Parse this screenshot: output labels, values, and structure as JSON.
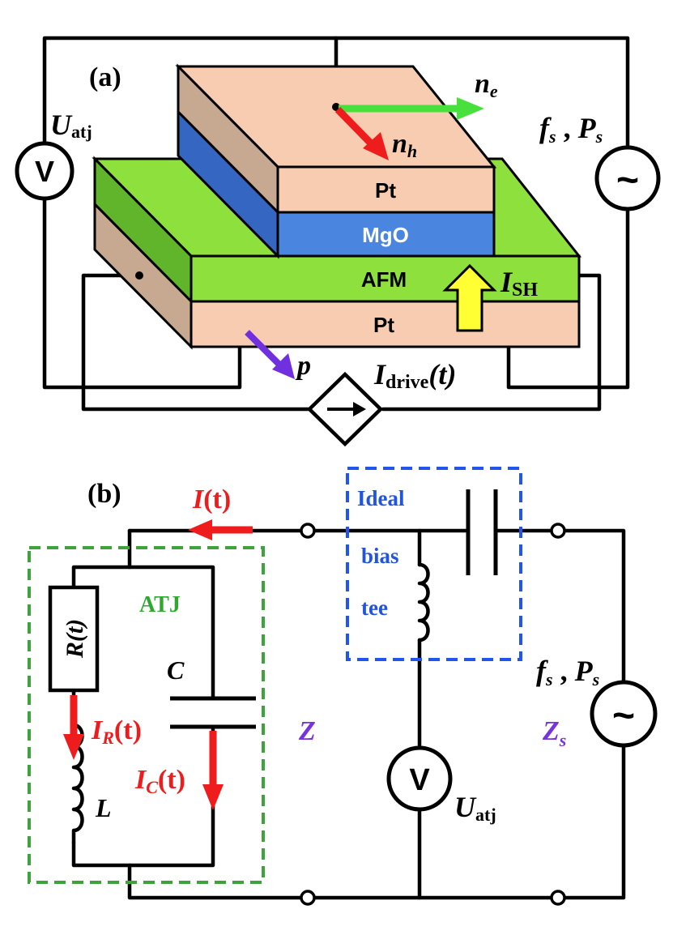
{
  "panel_a": {
    "label": "(a)",
    "layers": {
      "top_pt": "Pt",
      "mgo": "MgO",
      "afm": "AFM",
      "bottom_pt": "Pt"
    },
    "voltmeter_symbol": "V",
    "voltmeter_label": {
      "main": "U",
      "sub": "atj"
    },
    "source_label": {
      "f": "f",
      "f_sub": "s",
      "sep": " , ",
      "p": "P",
      "p_sub": "s"
    },
    "source_symbol": "~",
    "ne": {
      "main": "n",
      "sub": "e"
    },
    "nh": {
      "main": "n",
      "sub": "h"
    },
    "ish": {
      "main": "I",
      "sub": "SH"
    },
    "p": "p",
    "idrive": {
      "main": "I",
      "sub": "drive",
      "suffix": "(t)"
    }
  },
  "panel_b": {
    "label": "(b)",
    "current": {
      "main": "I",
      "suffix": "(t)"
    },
    "atj": "ATJ",
    "resistor": "R(t)",
    "capacitor": "C",
    "inductor": "L",
    "ir": {
      "main": "I",
      "sub": "R",
      "suffix": "(t)"
    },
    "ic": {
      "main": "I",
      "sub": "C",
      "suffix": "(t)"
    },
    "z": "Z",
    "zs": {
      "main": "Z",
      "sub": "s"
    },
    "bias_tee": [
      "Ideal",
      "bias",
      "tee"
    ],
    "voltmeter_symbol": "V",
    "voltmeter_label": {
      "main": "U",
      "sub": "atj"
    },
    "source_label": {
      "f": "f",
      "f_sub": "s",
      "sep": " , ",
      "p": "P",
      "p_sub": "s"
    },
    "source_symbol": "~"
  },
  "colors": {
    "pt": "#F8CCB0",
    "pt_side": "#C7A890",
    "mgo": "#4A86E0",
    "mgo_side": "#3466C2",
    "afm": "#8EE03C",
    "afm_side": "#60B52A",
    "red": "#EE1C1C",
    "green_arrow": "#48E03C",
    "purple_arrow": "#7030E0",
    "yellow": "#FFFF33",
    "green_box": "#3EA33A",
    "blue_box": "#2255EE",
    "atj_text": "#2EA82E",
    "z_text": "#7733DD",
    "biastee_text": "#2255DD"
  }
}
